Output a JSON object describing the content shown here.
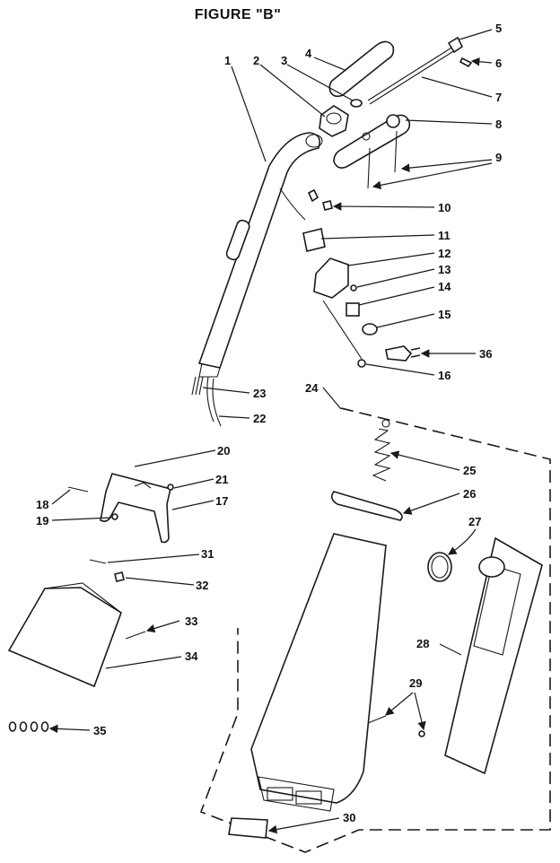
{
  "title": "FIGURE \"B\"",
  "callouts": [
    "1",
    "2",
    "3",
    "4",
    "5",
    "6",
    "7",
    "8",
    "9",
    "10",
    "11",
    "12",
    "13",
    "14",
    "15",
    "16",
    "17",
    "18",
    "19",
    "20",
    "21",
    "22",
    "23",
    "24",
    "25",
    "26",
    "27",
    "28",
    "29",
    "30",
    "31",
    "32",
    "33",
    "34",
    "35",
    "36"
  ]
}
